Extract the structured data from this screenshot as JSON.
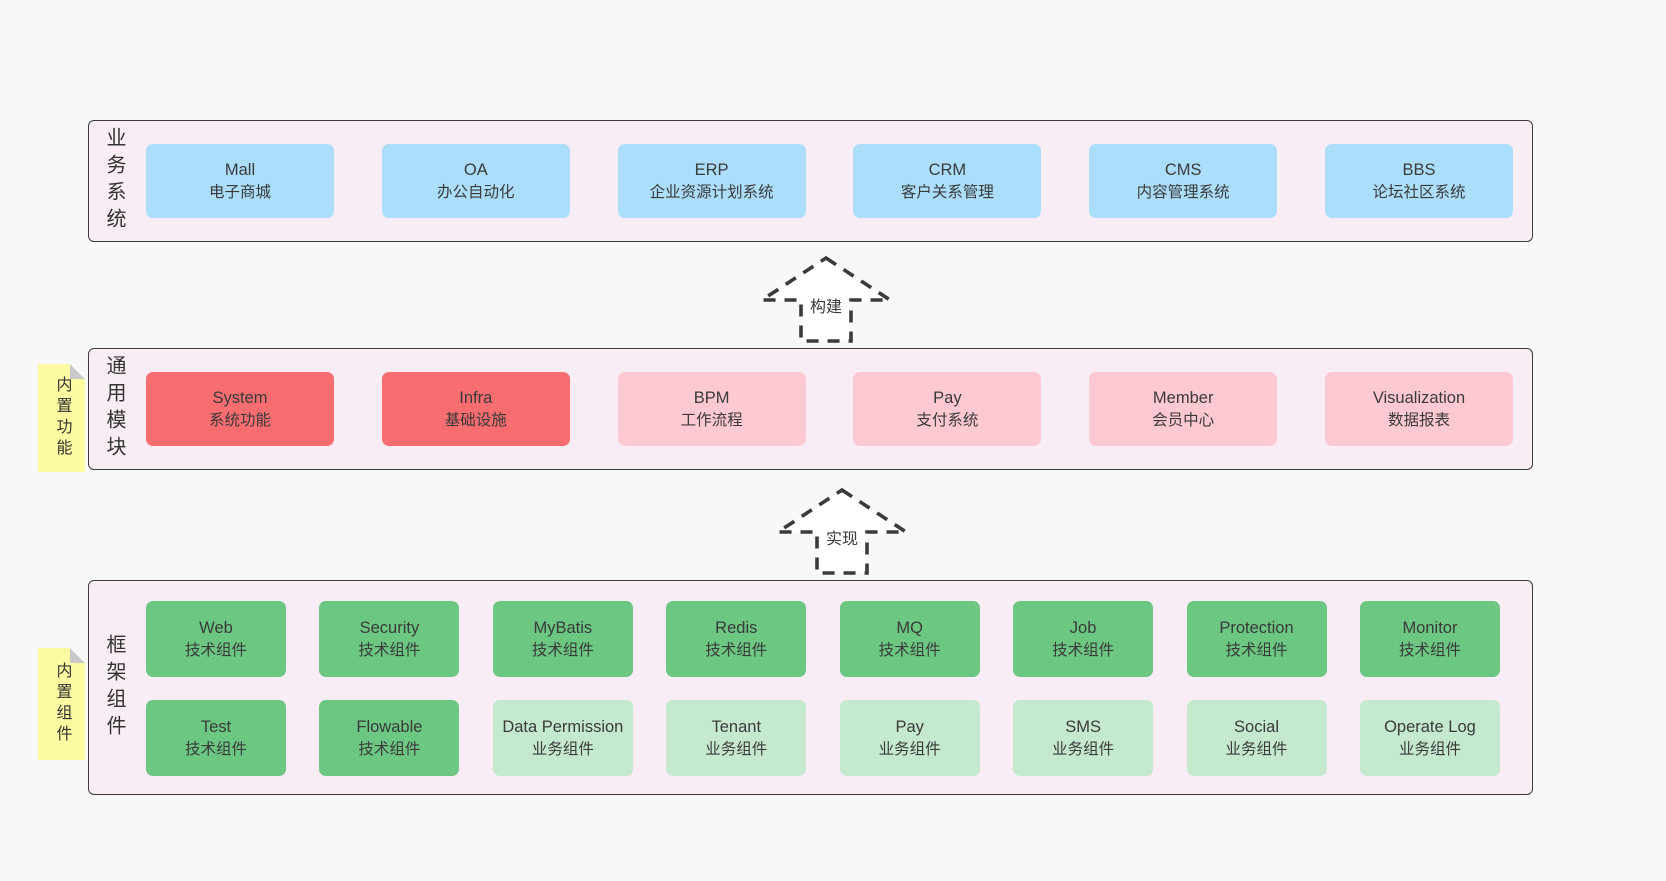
{
  "diagram": {
    "layers": [
      {
        "side_label": "业务系统",
        "boxes": [
          {
            "name": "Mall",
            "desc": "电子商城",
            "type": "blue"
          },
          {
            "name": "OA",
            "desc": "办公自动化",
            "type": "blue"
          },
          {
            "name": "ERP",
            "desc": "企业资源计划系统",
            "type": "blue"
          },
          {
            "name": "CRM",
            "desc": "客户关系管理",
            "type": "blue"
          },
          {
            "name": "CMS",
            "desc": "内容管理系统",
            "type": "blue"
          },
          {
            "name": "BBS",
            "desc": "论坛社区系统",
            "type": "blue"
          }
        ]
      },
      {
        "side_label": "通用模块",
        "sticky_label": "内置功能",
        "boxes": [
          {
            "name": "System",
            "desc": "系统功能",
            "type": "red"
          },
          {
            "name": "Infra",
            "desc": "基础设施",
            "type": "red"
          },
          {
            "name": "BPM",
            "desc": "工作流程",
            "type": "pink"
          },
          {
            "name": "Pay",
            "desc": "支付系统",
            "type": "pink"
          },
          {
            "name": "Member",
            "desc": "会员中心",
            "type": "pink"
          },
          {
            "name": "Visualization",
            "desc": "数据报表",
            "type": "pink"
          }
        ]
      },
      {
        "side_label": "框架组件",
        "sticky_label": "内置组件",
        "rows": [
          [
            {
              "name": "Web",
              "desc": "技术组件",
              "type": "green"
            },
            {
              "name": "Security",
              "desc": "技术组件",
              "type": "green"
            },
            {
              "name": "MyBatis",
              "desc": "技术组件",
              "type": "green"
            },
            {
              "name": "Redis",
              "desc": "技术组件",
              "type": "green"
            },
            {
              "name": "MQ",
              "desc": "技术组件",
              "type": "green"
            },
            {
              "name": "Job",
              "desc": "技术组件",
              "type": "green"
            },
            {
              "name": "Protection",
              "desc": "技术组件",
              "type": "green"
            },
            {
              "name": "Monitor",
              "desc": "技术组件",
              "type": "green"
            }
          ],
          [
            {
              "name": "Test",
              "desc": "技术组件",
              "type": "green"
            },
            {
              "name": "Flowable",
              "desc": "技术组件",
              "type": "green"
            },
            {
              "name": "Data Permission",
              "desc": "业务组件",
              "type": "light-green"
            },
            {
              "name": "Tenant",
              "desc": "业务组件",
              "type": "light-green"
            },
            {
              "name": "Pay",
              "desc": "业务组件",
              "type": "light-green"
            },
            {
              "name": "SMS",
              "desc": "业务组件",
              "type": "light-green"
            },
            {
              "name": "Social",
              "desc": "业务组件",
              "type": "light-green"
            },
            {
              "name": "Operate Log",
              "desc": "业务组件",
              "type": "light-green"
            }
          ]
        ]
      }
    ],
    "arrows": [
      {
        "label": "构建"
      },
      {
        "label": "实现"
      }
    ],
    "colors": {
      "blue_box": "#abdefb",
      "red_box": "#f76d70",
      "pink_box": "#fec9d3",
      "green_box": "#6cc782",
      "light_green_box": "#c5e9cf",
      "panel_fill": "#f8edf5",
      "panel_border": "#3c3c3c",
      "sticky_yellow": "#fcfba2",
      "page_background": "#f8f8f8",
      "text": "#3a3a3a"
    }
  }
}
